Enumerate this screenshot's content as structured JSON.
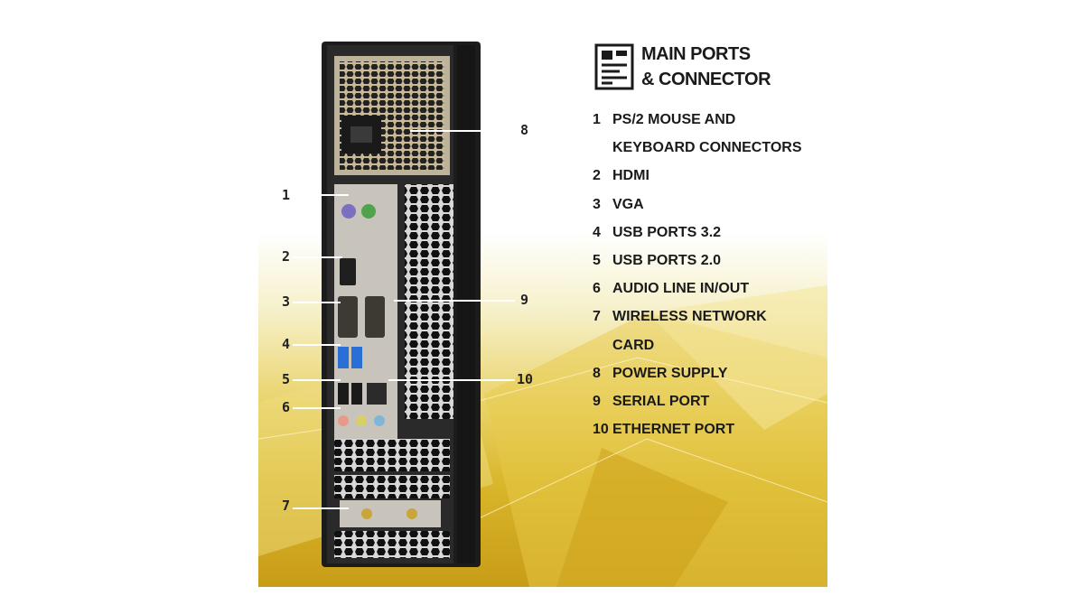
{
  "legend": {
    "title_line1": "MAIN PORTS",
    "title_line2": "& CONNECTOR",
    "items": [
      {
        "num": "1",
        "text": "PS/2 MOUSE AND KEYBOARD CONNECTORS"
      },
      {
        "num": "2",
        "text": "HDMI"
      },
      {
        "num": "3",
        "text": "VGA"
      },
      {
        "num": "4",
        "text": "USB PORTS 3.2"
      },
      {
        "num": "5",
        "text": "USB PORTS 2.0"
      },
      {
        "num": "6",
        "text": "AUDIO LINE IN/OUT"
      },
      {
        "num": "7",
        "text": "WIRELESS NETWORK CARD"
      },
      {
        "num": "8",
        "text": "POWER SUPPLY"
      },
      {
        "num": "9",
        "text": "SERIAL PORT"
      },
      {
        "num": "10",
        "text": "ETHERNET PORT"
      }
    ]
  },
  "callouts": {
    "c1": "1",
    "c2": "2",
    "c3": "3",
    "c4": "4",
    "c5": "5",
    "c6": "6",
    "c7": "7",
    "c8": "8",
    "c9": "9",
    "c10": "10"
  },
  "icons": {
    "legend_icon": "circuit-board-icon"
  },
  "colors": {
    "accent_yellow": "#d9b62a",
    "tower_black": "#1c1c1c",
    "usb3_blue": "#2a6fd6",
    "ps2_purple": "#7a6fc0",
    "ps2_green": "#4fa34a"
  }
}
